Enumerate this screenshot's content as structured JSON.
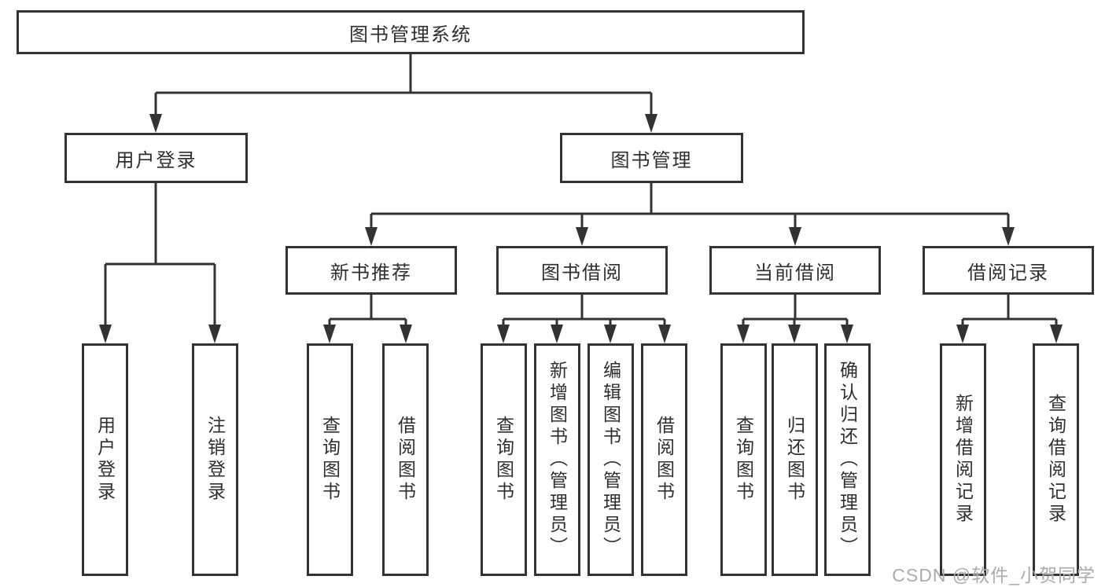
{
  "tree": {
    "root": "图书管理系统",
    "branches": [
      {
        "label": "用户登录",
        "children": [
          "用户登录",
          "注销登录"
        ]
      },
      {
        "label": "图书管理",
        "children": [
          {
            "label": "新书推荐",
            "children": [
              "查询图书",
              "借阅图书"
            ]
          },
          {
            "label": "图书借阅",
            "children": [
              "查询图书",
              "新增图书（管理员）",
              "编辑图书（管理员）",
              "借阅图书"
            ]
          },
          {
            "label": "当前借阅",
            "children": [
              "查询图书",
              "归还图书",
              "确认归还（管理员）"
            ]
          },
          {
            "label": "借阅记录",
            "children": [
              "新增借阅记录",
              "查询借阅记录"
            ]
          }
        ]
      }
    ]
  },
  "watermark": "CSDN @软件_小贺同学",
  "colors": {
    "line": "#333333",
    "text": "#2f2f2f",
    "watermark": "#ababab",
    "background": "#ffffff"
  }
}
